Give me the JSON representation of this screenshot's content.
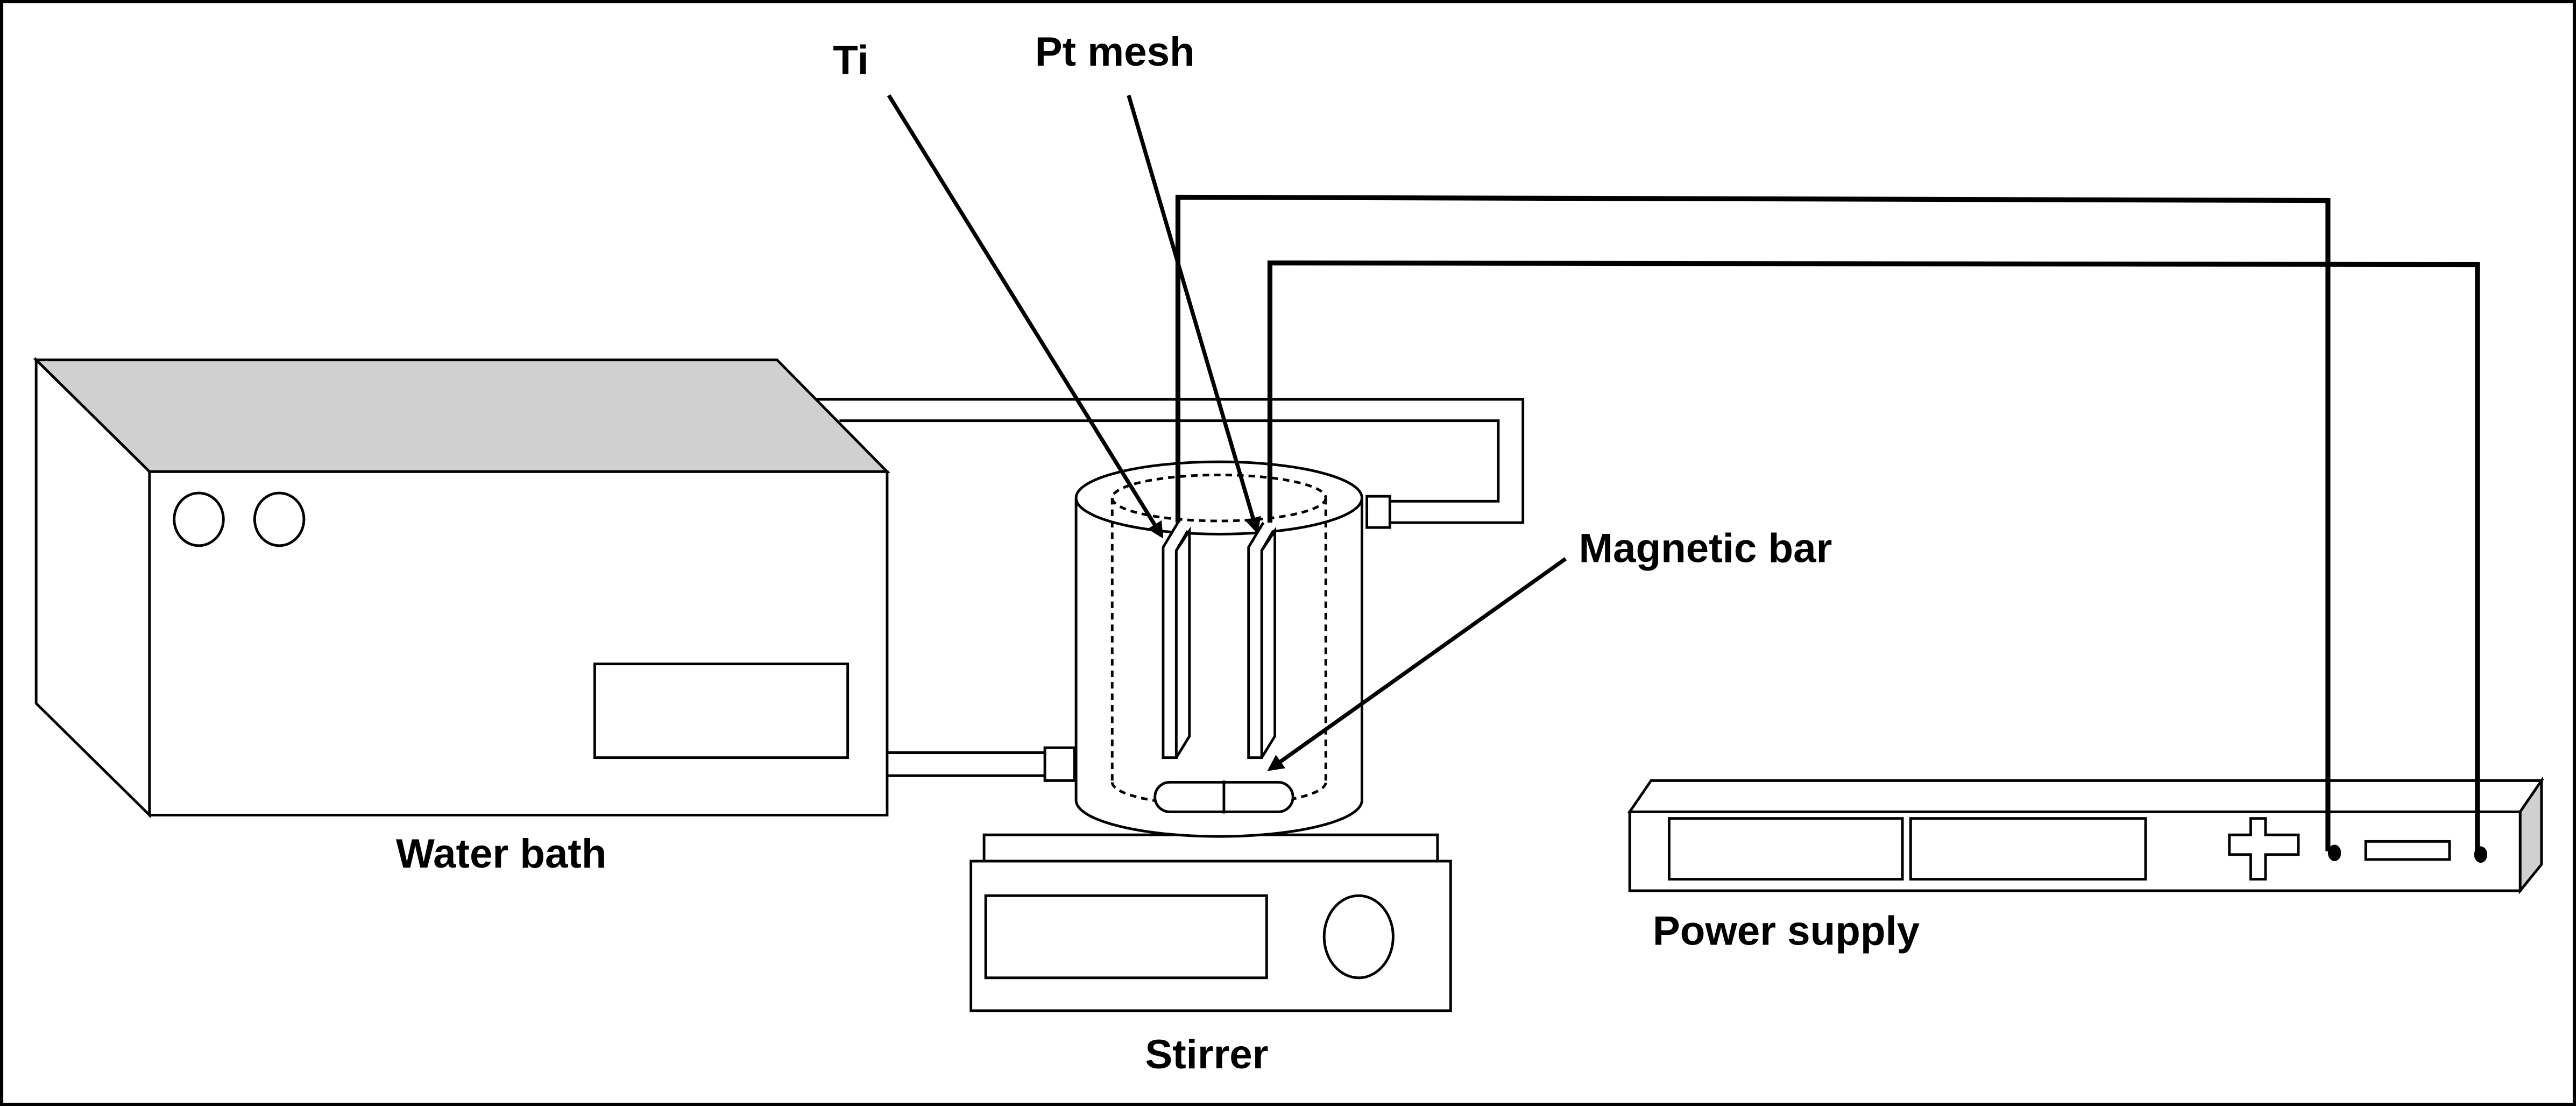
{
  "figure": {
    "type": "experimental setup schematic",
    "components": {
      "water_bath": {
        "label": "Water bath",
        "top_color": "#d0d0d0"
      },
      "stirrer": {
        "label": "Stirrer"
      },
      "power_supply": {
        "label": "Power supply",
        "side_color": "#d0d0d0",
        "terminals": [
          "positive",
          "negative"
        ]
      },
      "electrode_ti": {
        "label": "Ti"
      },
      "electrode_pt": {
        "label": "Pt mesh"
      },
      "magnetic_bar": {
        "label": "Magnetic bar"
      }
    },
    "colors": {
      "line": "#000000",
      "background": "#ffffff",
      "shade": "#d0d0d0"
    }
  }
}
